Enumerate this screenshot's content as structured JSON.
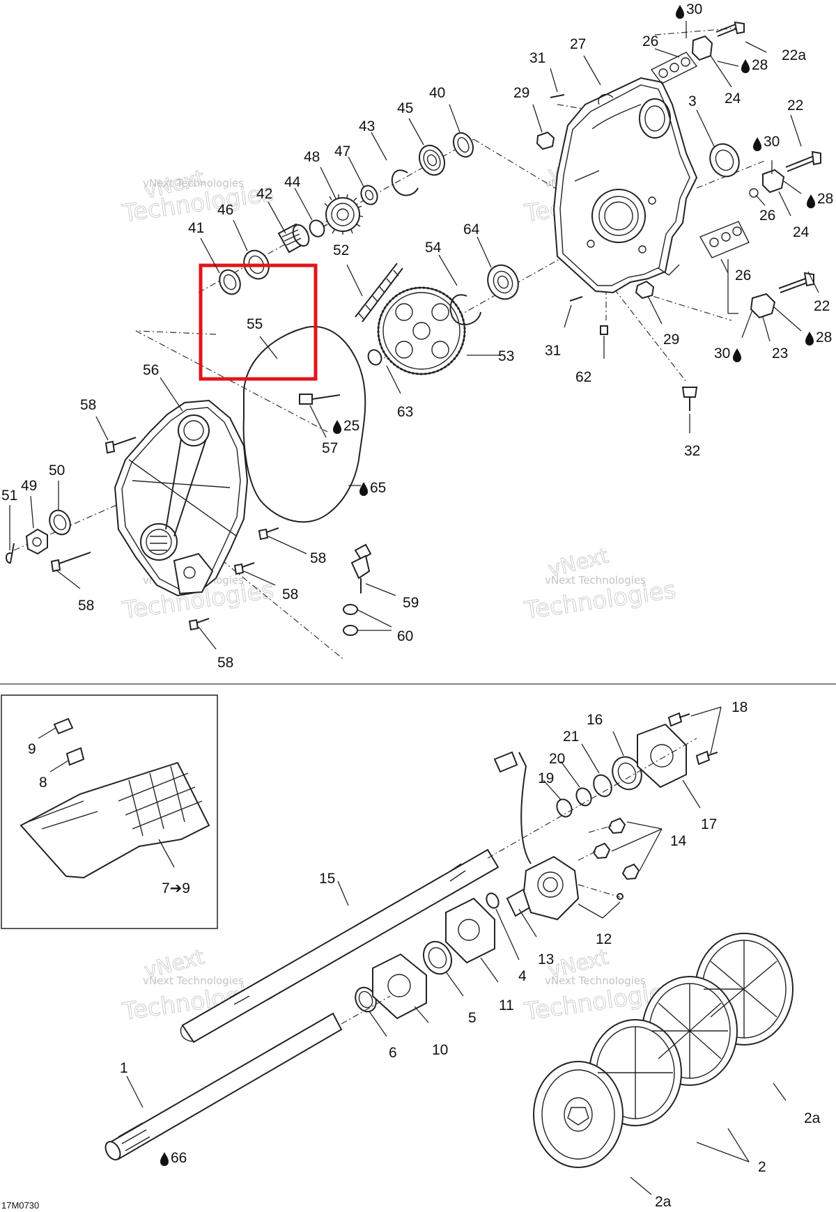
{
  "figure_code": "17M0730",
  "watermark": {
    "line1": "vNext",
    "line2": "vNext Technologies",
    "line3": "Technologies"
  },
  "highlight": {
    "color": "#e0161b"
  },
  "labels": [
    {
      "id": "30a",
      "text": "30",
      "drop": true
    },
    {
      "id": "26a",
      "text": "26"
    },
    {
      "id": "22a_top",
      "text": "22a"
    },
    {
      "id": "27",
      "text": "27"
    },
    {
      "id": "31a",
      "text": "31"
    },
    {
      "id": "28a",
      "text": "28",
      "drop": true
    },
    {
      "id": "29a",
      "text": "29"
    },
    {
      "id": "24a",
      "text": "24"
    },
    {
      "id": "3",
      "text": "3"
    },
    {
      "id": "22b",
      "text": "22"
    },
    {
      "id": "30b",
      "text": "30",
      "drop": true
    },
    {
      "id": "28b",
      "text": "28",
      "drop": true
    },
    {
      "id": "26b",
      "text": "26"
    },
    {
      "id": "24b",
      "text": "24"
    },
    {
      "id": "26c",
      "text": "26"
    },
    {
      "id": "22c",
      "text": "22"
    },
    {
      "id": "28c",
      "text": "28",
      "drop": true
    },
    {
      "id": "23",
      "text": "23"
    },
    {
      "id": "30c",
      "text": "30",
      "drop": true
    },
    {
      "id": "29b",
      "text": "29"
    },
    {
      "id": "31b",
      "text": "31"
    },
    {
      "id": "62",
      "text": "62"
    },
    {
      "id": "32",
      "text": "32"
    },
    {
      "id": "40",
      "text": "40"
    },
    {
      "id": "45",
      "text": "45"
    },
    {
      "id": "43",
      "text": "43"
    },
    {
      "id": "47",
      "text": "47"
    },
    {
      "id": "48",
      "text": "48"
    },
    {
      "id": "44",
      "text": "44"
    },
    {
      "id": "42",
      "text": "42"
    },
    {
      "id": "46",
      "text": "46"
    },
    {
      "id": "41",
      "text": "41"
    },
    {
      "id": "55",
      "text": "55"
    },
    {
      "id": "52",
      "text": "52"
    },
    {
      "id": "54",
      "text": "54"
    },
    {
      "id": "64",
      "text": "64"
    },
    {
      "id": "53",
      "text": "53"
    },
    {
      "id": "63",
      "text": "63"
    },
    {
      "id": "25",
      "text": "25",
      "drop": true
    },
    {
      "id": "57",
      "text": "57"
    },
    {
      "id": "65",
      "text": "65",
      "drop": true
    },
    {
      "id": "56",
      "text": "56"
    },
    {
      "id": "58a",
      "text": "58"
    },
    {
      "id": "50",
      "text": "50"
    },
    {
      "id": "49",
      "text": "49"
    },
    {
      "id": "51",
      "text": "51"
    },
    {
      "id": "58b",
      "text": "58"
    },
    {
      "id": "58c",
      "text": "58"
    },
    {
      "id": "58d",
      "text": "58"
    },
    {
      "id": "58e",
      "text": "58"
    },
    {
      "id": "59",
      "text": "59"
    },
    {
      "id": "60",
      "text": "60"
    },
    {
      "id": "9",
      "text": "9"
    },
    {
      "id": "8",
      "text": "8"
    },
    {
      "id": "7to9",
      "text": "7➔9"
    },
    {
      "id": "18",
      "text": "18"
    },
    {
      "id": "16",
      "text": "16"
    },
    {
      "id": "21",
      "text": "21"
    },
    {
      "id": "20",
      "text": "20"
    },
    {
      "id": "19",
      "text": "19"
    },
    {
      "id": "17",
      "text": "17"
    },
    {
      "id": "14",
      "text": "14"
    },
    {
      "id": "15",
      "text": "15"
    },
    {
      "id": "12",
      "text": "12"
    },
    {
      "id": "13",
      "text": "13"
    },
    {
      "id": "4",
      "text": "4"
    },
    {
      "id": "11",
      "text": "11"
    },
    {
      "id": "5",
      "text": "5"
    },
    {
      "id": "10",
      "text": "10"
    },
    {
      "id": "6",
      "text": "6"
    },
    {
      "id": "1",
      "text": "1"
    },
    {
      "id": "66",
      "text": "66",
      "drop": true
    },
    {
      "id": "2a_top",
      "text": "2a"
    },
    {
      "id": "2",
      "text": "2"
    },
    {
      "id": "2a_bot",
      "text": "2a"
    }
  ]
}
